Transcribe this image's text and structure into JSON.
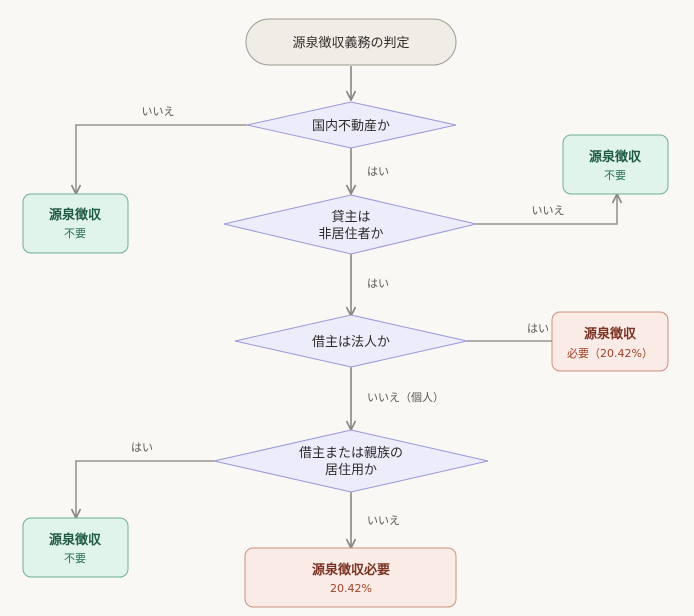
{
  "title": "源泉徴収義務の判定",
  "colors": {
    "background": "#faf8f5",
    "decision_fill": "#ececfb",
    "decision_stroke": "#9b96d8",
    "not_required_fill": "#e0f4ec",
    "not_required_text": "#1f5a44",
    "required_fill": "#fbebe6",
    "required_text": "#7a3322"
  },
  "decisions": {
    "d1": {
      "lines": [
        "国内不動産か"
      ]
    },
    "d2": {
      "lines": [
        "貸主は",
        "非居住者か"
      ]
    },
    "d3": {
      "lines": [
        "借主は法人か"
      ]
    },
    "d4": {
      "lines": [
        "借主または親族の",
        "居住用か"
      ]
    }
  },
  "results": {
    "r1": {
      "title": "源泉徴収",
      "sub": "不要"
    },
    "r2": {
      "title": "源泉徴収",
      "sub": "不要"
    },
    "r3": {
      "title": "源泉徴収",
      "sub": "必要（20.42%）"
    },
    "r4": {
      "title": "源泉徴収",
      "sub": "不要"
    },
    "r5": {
      "title": "源泉徴収必要",
      "sub": "20.42%"
    }
  },
  "edge_labels": {
    "d1_no": "いいえ",
    "d1_yes": "はい",
    "d2_no": "いいえ",
    "d2_yes": "はい",
    "d3_yes": "はい",
    "d3_no": "いいえ（個人）",
    "d4_yes": "はい",
    "d4_no": "いいえ"
  }
}
